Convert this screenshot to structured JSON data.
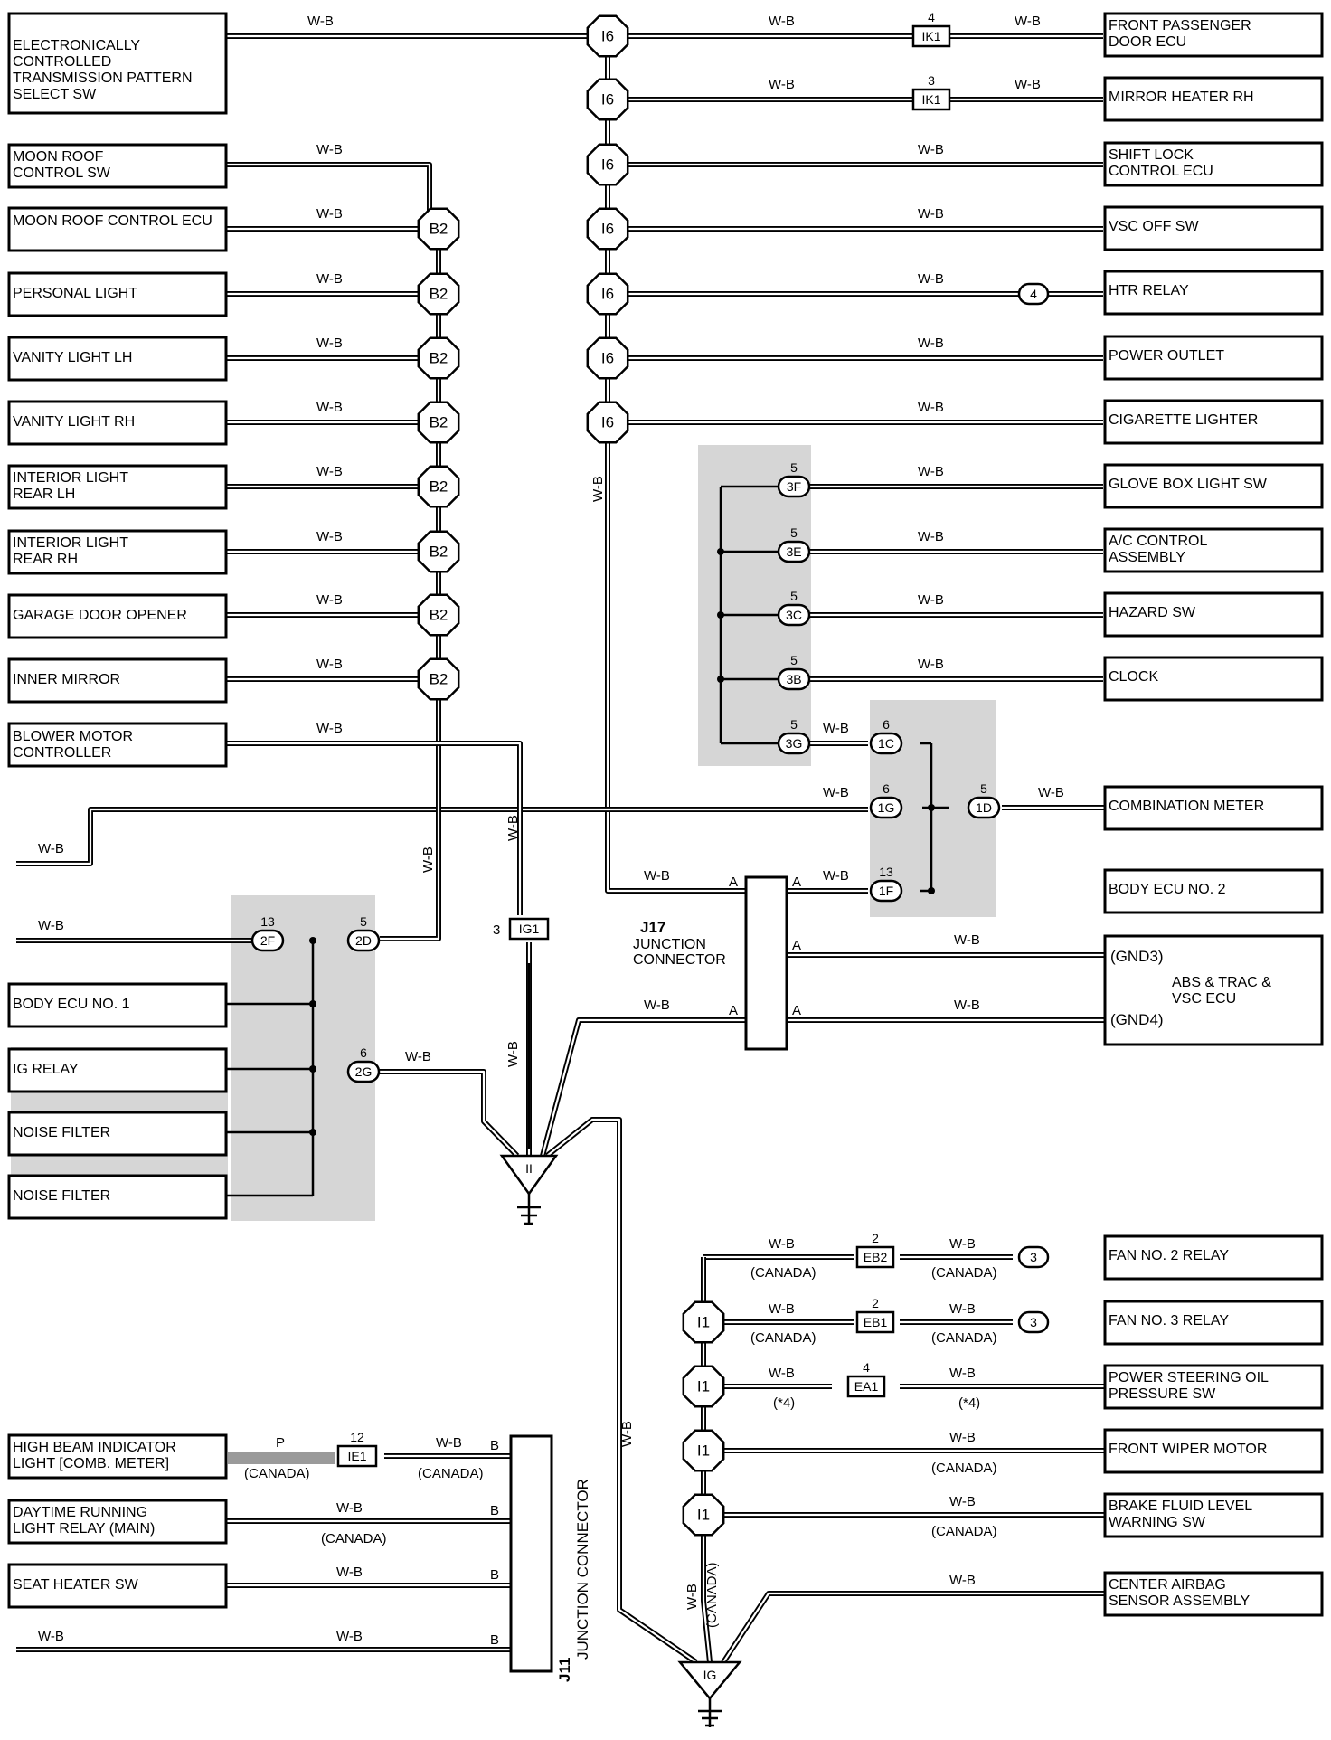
{
  "wire_color": "W-B",
  "canada": "(CANADA)",
  "star4": "(*4)",
  "pink_wire": "P",
  "left_components": [
    "ELECTRONICALLY CONTROLLED TRANSMISSION PATTERN SELECT SW",
    "MOON ROOF CONTROL SW",
    "MOON ROOF CONTROL ECU",
    "PERSONAL LIGHT",
    "VANITY LIGHT LH",
    "VANITY LIGHT RH",
    "INTERIOR LIGHT REAR LH",
    "INTERIOR LIGHT REAR RH",
    "GARAGE DOOR OPENER",
    "INNER MIRROR",
    "BLOWER MOTOR CONTROLLER",
    "BODY ECU NO. 1",
    "IG RELAY",
    "NOISE FILTER",
    "NOISE FILTER",
    "HIGH BEAM INDICATOR LIGHT [COMB. METER]",
    "DAYTIME RUNNING LIGHT RELAY (MAIN)",
    "SEAT HEATER SW"
  ],
  "right_components": [
    "FRONT PASSENGER DOOR ECU",
    "MIRROR HEATER RH",
    "SHIFT LOCK CONTROL ECU",
    "VSC OFF SW",
    "HTR RELAY",
    "POWER OUTLET",
    "CIGARETTE LIGHTER",
    "GLOVE BOX LIGHT SW",
    "A/C CONTROL ASSEMBLY",
    "HAZARD SW",
    "CLOCK",
    "COMBINATION METER",
    "BODY ECU NO. 2",
    "ABS & TRAC & VSC ECU",
    "FAN NO. 2 RELAY",
    "FAN NO. 3 RELAY",
    "POWER STEERING OIL PRESSURE SW",
    "FRONT WIPER MOTOR",
    "BRAKE FLUID LEVEL WARNING SW",
    "CENTER AIRBAG SENSOR ASSEMBLY"
  ],
  "gnd_labels": [
    "(GND3)",
    "(GND4)"
  ],
  "splices": {
    "i6": "I6",
    "b2": "B2",
    "i1": "I1"
  },
  "grounds": {
    "ii": "II",
    "ig": "IG"
  },
  "junctions": {
    "j17_id": "J17",
    "j17_name": "JUNCTION CONNECTOR",
    "j11_id": "J11",
    "j11_name": "JUNCTION CONNECTOR",
    "pin_a": "A",
    "pin_b": "B"
  },
  "connectors": {
    "ik1": "IK1",
    "ik1_pin_a": "4",
    "ik1_pin_b": "3",
    "c3f": "3F",
    "c3e": "3E",
    "c3c": "3C",
    "c3b": "3B",
    "c3g": "3G",
    "c3_pin": "5",
    "c1c": "1C",
    "c1c_pin": "6",
    "c1g": "1G",
    "c1g_pin": "6",
    "c1d": "1D",
    "c1d_pin": "5",
    "c1f": "1F",
    "c1f_pin": "13",
    "c2f": "2F",
    "c2f_pin": "13",
    "c2d": "2D",
    "c2d_pin": "5",
    "c2g": "2G",
    "c2g_pin": "6",
    "ig1": "IG1",
    "ig1_pin": "3",
    "htr_pin": "4",
    "eb2": "EB2",
    "eb2_pin": "2",
    "eb1": "EB1",
    "eb1_pin": "2",
    "ea1": "EA1",
    "ea1_pin": "4",
    "fan_pin": "3",
    "ie1": "IE1",
    "ie1_pin": "12"
  }
}
